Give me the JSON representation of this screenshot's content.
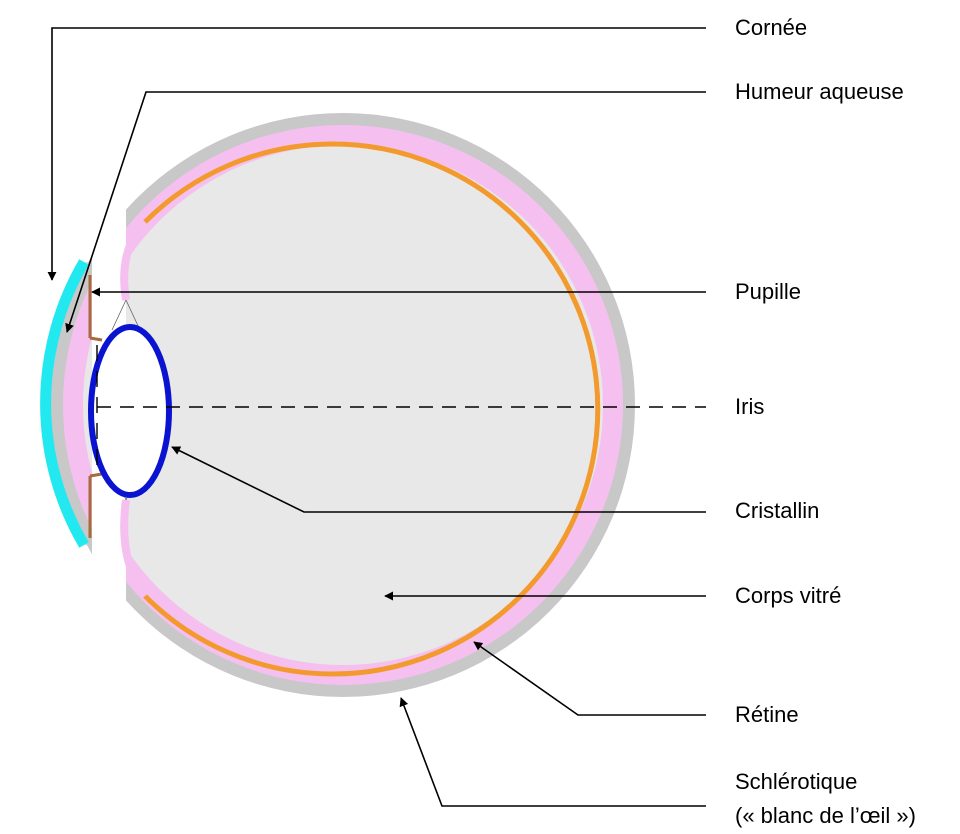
{
  "labels": {
    "cornea": "Cornée",
    "aqueous_humor": "Humeur aqueuse",
    "pupil": "Pupille",
    "iris": "Iris",
    "lens": "Cristallin",
    "vitreous_body": "Corps vitré",
    "retina": "Rétine",
    "sclera": "Schlérotique",
    "sclera_note": "(« blanc de l’œil »)"
  },
  "colors": {
    "sclera": "#c8c8c8",
    "choroid": "#f5c0f0",
    "retina": "#f39a2e",
    "vitreous": "#e8e8e8",
    "cornea": "#22e8f0",
    "aqueous": "#d8dcf8",
    "lens_outline": "#0a14d0",
    "iris": "#a86a3a",
    "leader": "#000000"
  }
}
